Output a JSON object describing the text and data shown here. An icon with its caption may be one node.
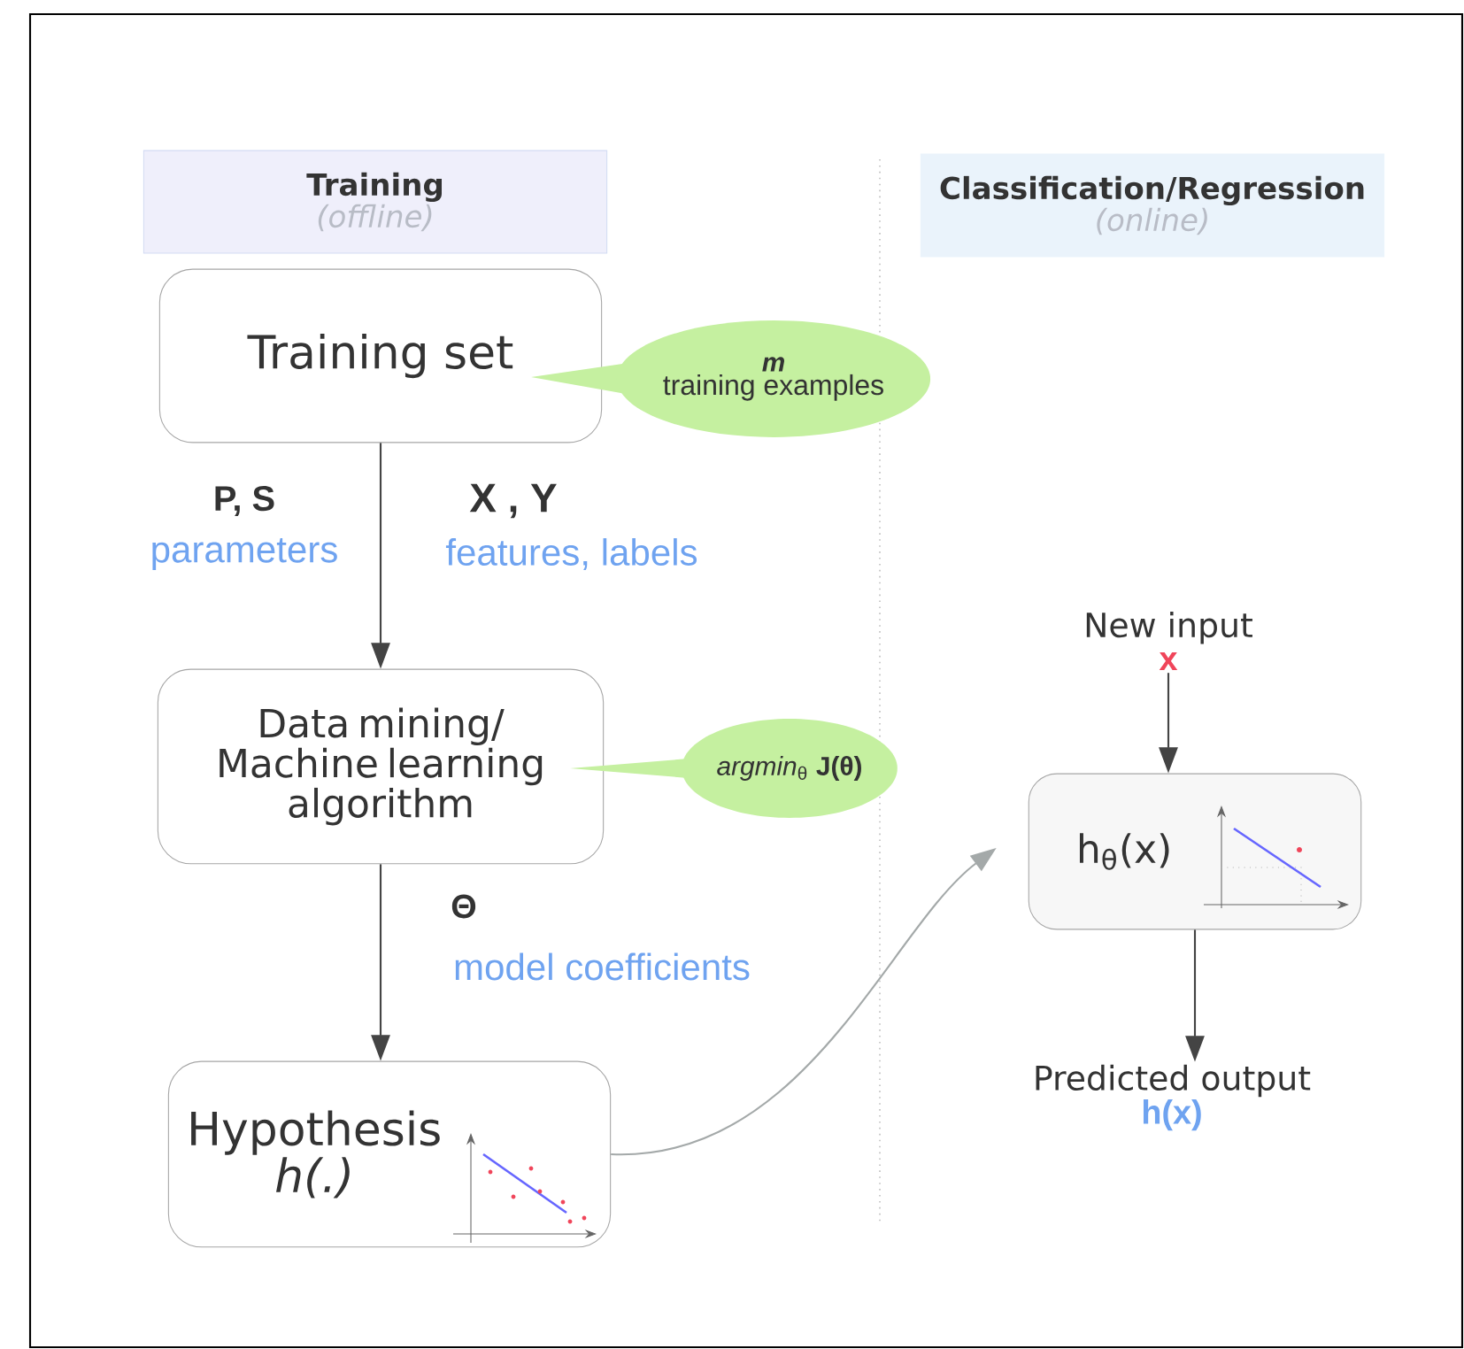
{
  "diagram": {
    "nodes": [
      {
        "text": [
          "Training",
          "(offline)"
        ]
      },
      {
        "text": [
          "Classification/Regression",
          "(online)"
        ]
      },
      {
        "text": [
          "Training set"
        ]
      },
      {
        "text": [
          "m",
          "training examples"
        ]
      },
      {
        "text": [
          "Data mining/ Machine learning algorithm"
        ]
      },
      {
        "text": [
          "*argmin*$_{θ}$ **J(θ)**"
        ]
      },
      {
        "text": [
          "Hypothesis",
          "h(.)"
        ]
      },
      {
        "text": [
          "New input",
          "x"
        ]
      },
      {
        "text": [
          "h$_{θ}$(x)"
        ]
      },
      {
        "text": [
          "Predicted output",
          "h(x)"
        ]
      }
    ],
    "edges": [
      {
        "from": 2,
        "to": 4,
        "arrow": "to"
      },
      {
        "from": 4,
        "to": 6,
        "arrow": "to"
      },
      {
        "from": 6,
        "to": 8,
        "arrow": "to",
        "color": "#a4a9a9"
      },
      {
        "from": 7,
        "to": 8,
        "arrow": "to"
      },
      {
        "from": 8,
        "to": 9,
        "arrow": "to"
      }
    ],
    "labels": [
      "P, S",
      "parameters",
      "X , Y",
      "features, labels",
      "Θ",
      "model coefficients"
    ]
  }
}
